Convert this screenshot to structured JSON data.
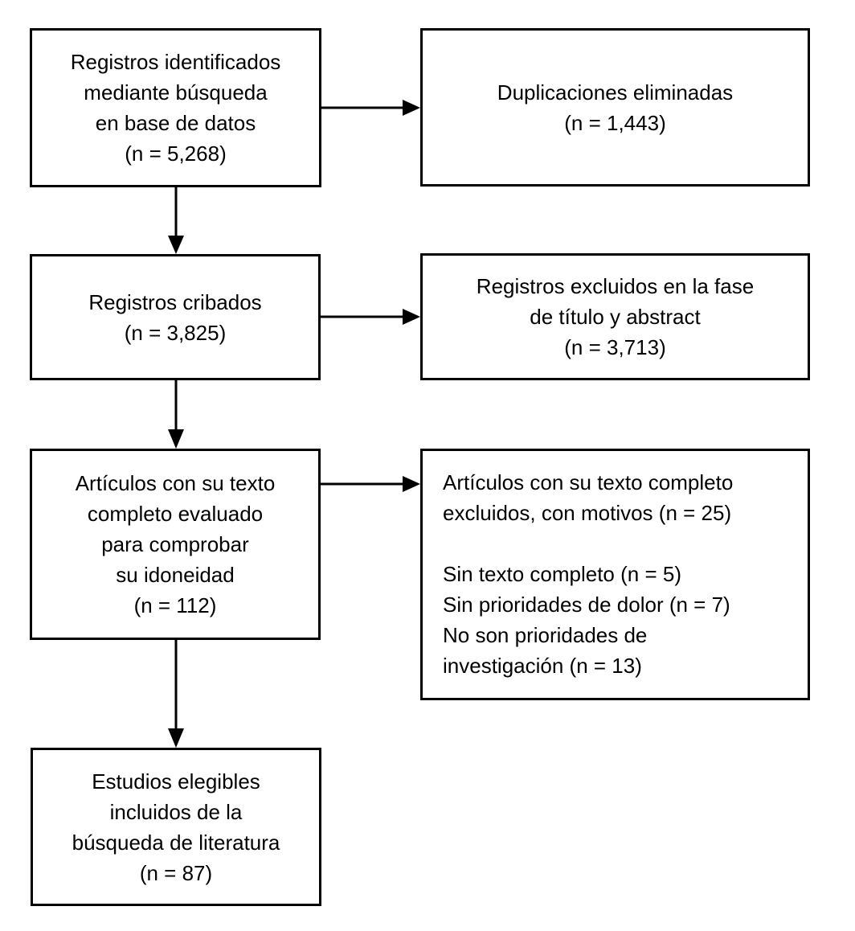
{
  "colors": {
    "line": "#000000",
    "bg": "#ffffff",
    "text": "#000000"
  },
  "flowchart": {
    "type": "prisma-flow-diagram",
    "language": "es",
    "boxes": {
      "identified": {
        "lines": [
          "Registros identificados",
          "mediante búsqueda",
          "en base de datos",
          "(n = 5,268)"
        ],
        "n": 5268
      },
      "duplicates_removed": {
        "lines": [
          "Duplicaciones eliminadas",
          "(n = 1,443)"
        ],
        "n": 1443
      },
      "screened": {
        "lines": [
          "Registros cribados",
          "(n = 3,825)"
        ],
        "n": 3825
      },
      "excluded_title_abstract": {
        "lines": [
          "Registros excluidos en la fase",
          "de título y abstract",
          "(n = 3,713)"
        ],
        "n": 3713
      },
      "fulltext_assessed": {
        "lines": [
          "Artículos con su texto",
          "completo evaluado",
          "para comprobar",
          "su idoneidad",
          "(n = 112)"
        ],
        "n": 112
      },
      "fulltext_excluded": {
        "lines": [
          "Artículos con su texto completo",
          "excluidos, con motivos (n = 25)",
          "",
          "Sin texto completo (n = 5)",
          "Sin prioridades de dolor (n = 7)",
          "No son prioridades de",
          "investigación (n = 13)"
        ],
        "n": 25,
        "reasons": [
          {
            "label": "Sin texto completo",
            "n": 5
          },
          {
            "label": "Sin prioridades de dolor",
            "n": 7
          },
          {
            "label": "No son prioridades de investigación",
            "n": 13
          }
        ]
      },
      "included": {
        "lines": [
          "Estudios elegibles",
          "incluidos de la",
          "búsqueda de literatura",
          "(n = 87)"
        ],
        "n": 87
      }
    },
    "arrows": [
      {
        "from": "identified",
        "to": "duplicates_removed",
        "direction": "right"
      },
      {
        "from": "identified",
        "to": "screened",
        "direction": "down"
      },
      {
        "from": "screened",
        "to": "excluded_title_abstract",
        "direction": "right"
      },
      {
        "from": "screened",
        "to": "fulltext_assessed",
        "direction": "down"
      },
      {
        "from": "fulltext_assessed",
        "to": "fulltext_excluded",
        "direction": "right"
      },
      {
        "from": "fulltext_assessed",
        "to": "included",
        "direction": "down"
      }
    ]
  }
}
